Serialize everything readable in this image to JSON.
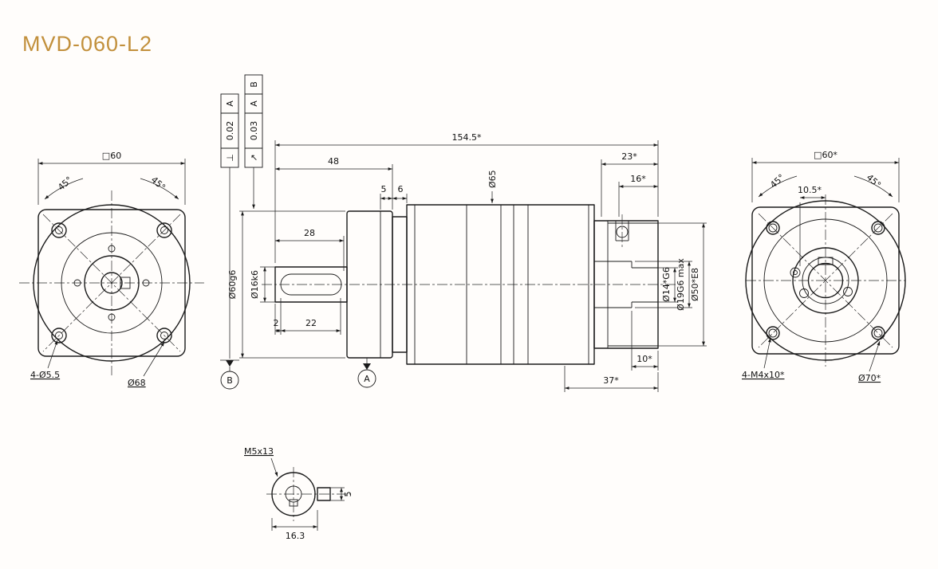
{
  "title": "MVD-060-L2",
  "colors": {
    "title_accent": "#C2903C",
    "line": "#1a1a1a"
  },
  "front_view": {
    "square": "□60",
    "angle_left": "45°",
    "angle_right": "45°",
    "holes": "4-Ø5.5",
    "outer_dia": "Ø68"
  },
  "tolerances": {
    "perp": {
      "symbol": "⊥",
      "value": "0.02",
      "datum1": "A"
    },
    "runout": {
      "symbol": "↗",
      "value": "0.03",
      "datum1": "A",
      "datum2": "B"
    }
  },
  "side_view": {
    "overall_length": "154.5*",
    "flange_offset": "48",
    "dim_5": "5",
    "dim_6": "6",
    "body_dia": "Ø65",
    "dim_23": "23*",
    "dim_16": "16*",
    "key_length": "28",
    "shaft_dia": "Ø16k6",
    "pilot_dia": "Ø60g6",
    "dim_2": "2",
    "dim_22": "22",
    "bore_14": "Ø14*G6",
    "bore_19": "Ø19G6 max",
    "bore_50": "Ø50*E8",
    "dim_10": "10*",
    "dim_37": "37*",
    "datum_a": "A",
    "datum_b": "B"
  },
  "rear_view": {
    "square": "□60*",
    "angle_left": "45°",
    "angle_right": "45°",
    "key_offset": "10.5*",
    "holes": "4-M4x10*",
    "outer_dia": "Ø70*"
  },
  "detail_view": {
    "thread": "M5x13",
    "width": "16.3",
    "key_width": "5"
  }
}
